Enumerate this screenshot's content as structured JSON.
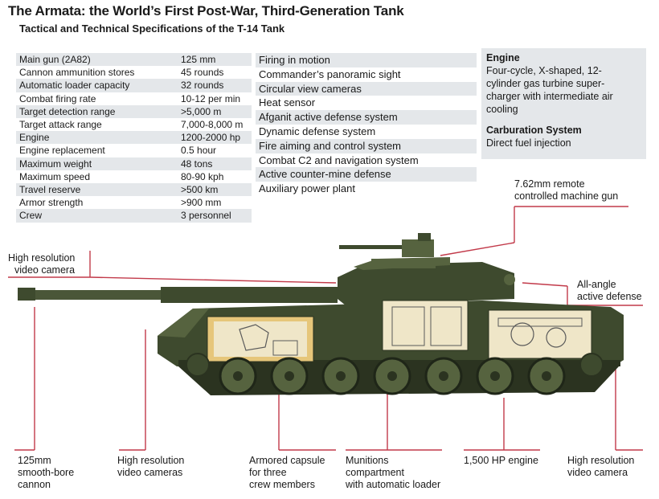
{
  "header": {
    "title": "The Armata: the World’s First Post-War, Third-Generation Tank",
    "subtitle": "Tactical and Technical Specifications of the T-14 Tank"
  },
  "specs": [
    {
      "label": "Main gun (2A82)",
      "value": "125 mm"
    },
    {
      "label": "Cannon ammunition stores",
      "value": "45 rounds"
    },
    {
      "label": "Automatic loader capacity",
      "value": "32 rounds"
    },
    {
      "label": "Combat firing rate",
      "value": "10-12 per min"
    },
    {
      "label": "Target detection range",
      "value": ">5,000 m"
    },
    {
      "label": "Target attack range",
      "value": "7,000-8,000 m"
    },
    {
      "label": "Engine",
      "value": "1200-2000 hp"
    },
    {
      "label": "Engine replacement",
      "value": "0.5 hour"
    },
    {
      "label": "Maximum weight",
      "value": "48 tons"
    },
    {
      "label": "Maximum speed",
      "value": "80-90 kph"
    },
    {
      "label": "Travel reserve",
      "value": ">500 km"
    },
    {
      "label": "Armor strength",
      "value": ">900 mm"
    },
    {
      "label": "Crew",
      "value": "3 personnel"
    }
  ],
  "features": [
    "Firing in motion",
    "Commander’s panoramic sight",
    "Circular view cameras",
    "Heat sensor",
    "Afganit active defense system",
    "Dynamic defense system",
    "Fire aiming and control system",
    "Combat C2 and navigation system",
    "Active counter-mine defense",
    "Auxiliary power plant"
  ],
  "engine_box": {
    "engine_heading": "Engine",
    "engine_text": [
      "Four-cycle, X-shaped, 12-",
      "cylinder gas turbine super-",
      "charger with intermediate air",
      "cooling"
    ],
    "carburation_heading": "Carburation System",
    "carburation_text": "Direct fuel injection"
  },
  "callouts": {
    "machine_gun": [
      "7.62mm remote",
      "controlled machine gun"
    ],
    "all_angle": [
      "All-angle",
      "active defense"
    ],
    "hires_camera_left": [
      "High resolution",
      "video camera"
    ],
    "smoothbore": [
      "125mm",
      "smooth-bore",
      "cannon"
    ],
    "hires_cameras": [
      "High resolution",
      "video cameras"
    ],
    "capsule": [
      "Armored capsule",
      "for three",
      "crew members"
    ],
    "munitions": [
      "Munitions",
      "compartment",
      "with automatic loader"
    ],
    "engine_hp": [
      "1,500 HP engine"
    ],
    "hires_camera_right": [
      "High resolution",
      "video camera"
    ]
  },
  "colors": {
    "hull": "#3e4a2e",
    "hull_light": "#56633f",
    "hull_dark": "#2b3320",
    "cutaway": "#efe6c8",
    "capsule": "#e6c67a",
    "leader_line": "#c23a4a",
    "table_shade": "#e4e7ea"
  }
}
